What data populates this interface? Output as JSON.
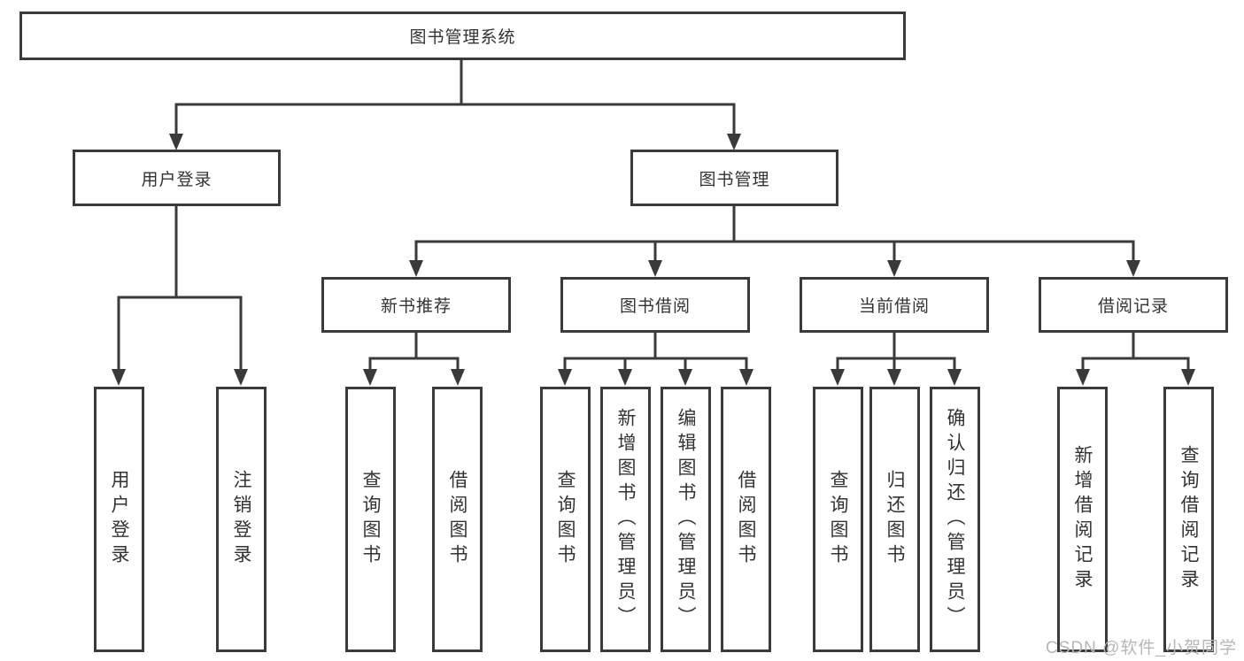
{
  "diagram": {
    "title": "图书管理系统",
    "type": "hierarchy",
    "colors": {
      "line": "#3a3a3a",
      "text": "#333333",
      "background": "#ffffff",
      "watermark": "#b7b7b7"
    },
    "nodes": {
      "root": {
        "label": "图书管理系统"
      },
      "l2": [
        {
          "label": "用户登录",
          "parent": "图书管理系统"
        },
        {
          "label": "图书管理",
          "parent": "图书管理系统"
        }
      ],
      "l3": [
        {
          "label": "新书推荐",
          "parent": "图书管理"
        },
        {
          "label": "图书借阅",
          "parent": "图书管理"
        },
        {
          "label": "当前借阅",
          "parent": "图书管理"
        },
        {
          "label": "借阅记录",
          "parent": "图书管理"
        }
      ],
      "l4": [
        {
          "label": "用户登录",
          "parent": "用户登录"
        },
        {
          "label": "注销登录",
          "parent": "用户登录"
        },
        {
          "label": "查询图书",
          "parent": "新书推荐"
        },
        {
          "label": "借阅图书",
          "parent": "新书推荐"
        },
        {
          "label": "查询图书",
          "parent": "图书借阅"
        },
        {
          "label": "新增图书（管理员）",
          "parent": "图书借阅"
        },
        {
          "label": "编辑图书（管理员）",
          "parent": "图书借阅"
        },
        {
          "label": "借阅图书",
          "parent": "图书借阅"
        },
        {
          "label": "查询图书",
          "parent": "当前借阅"
        },
        {
          "label": "归还图书",
          "parent": "当前借阅"
        },
        {
          "label": "确认归还（管理员）",
          "parent": "当前借阅"
        },
        {
          "label": "新增借阅记录",
          "parent": "借阅记录"
        },
        {
          "label": "查询借阅记录",
          "parent": "借阅记录"
        }
      ]
    }
  },
  "watermark": "CSDN @软件_小贺同学"
}
